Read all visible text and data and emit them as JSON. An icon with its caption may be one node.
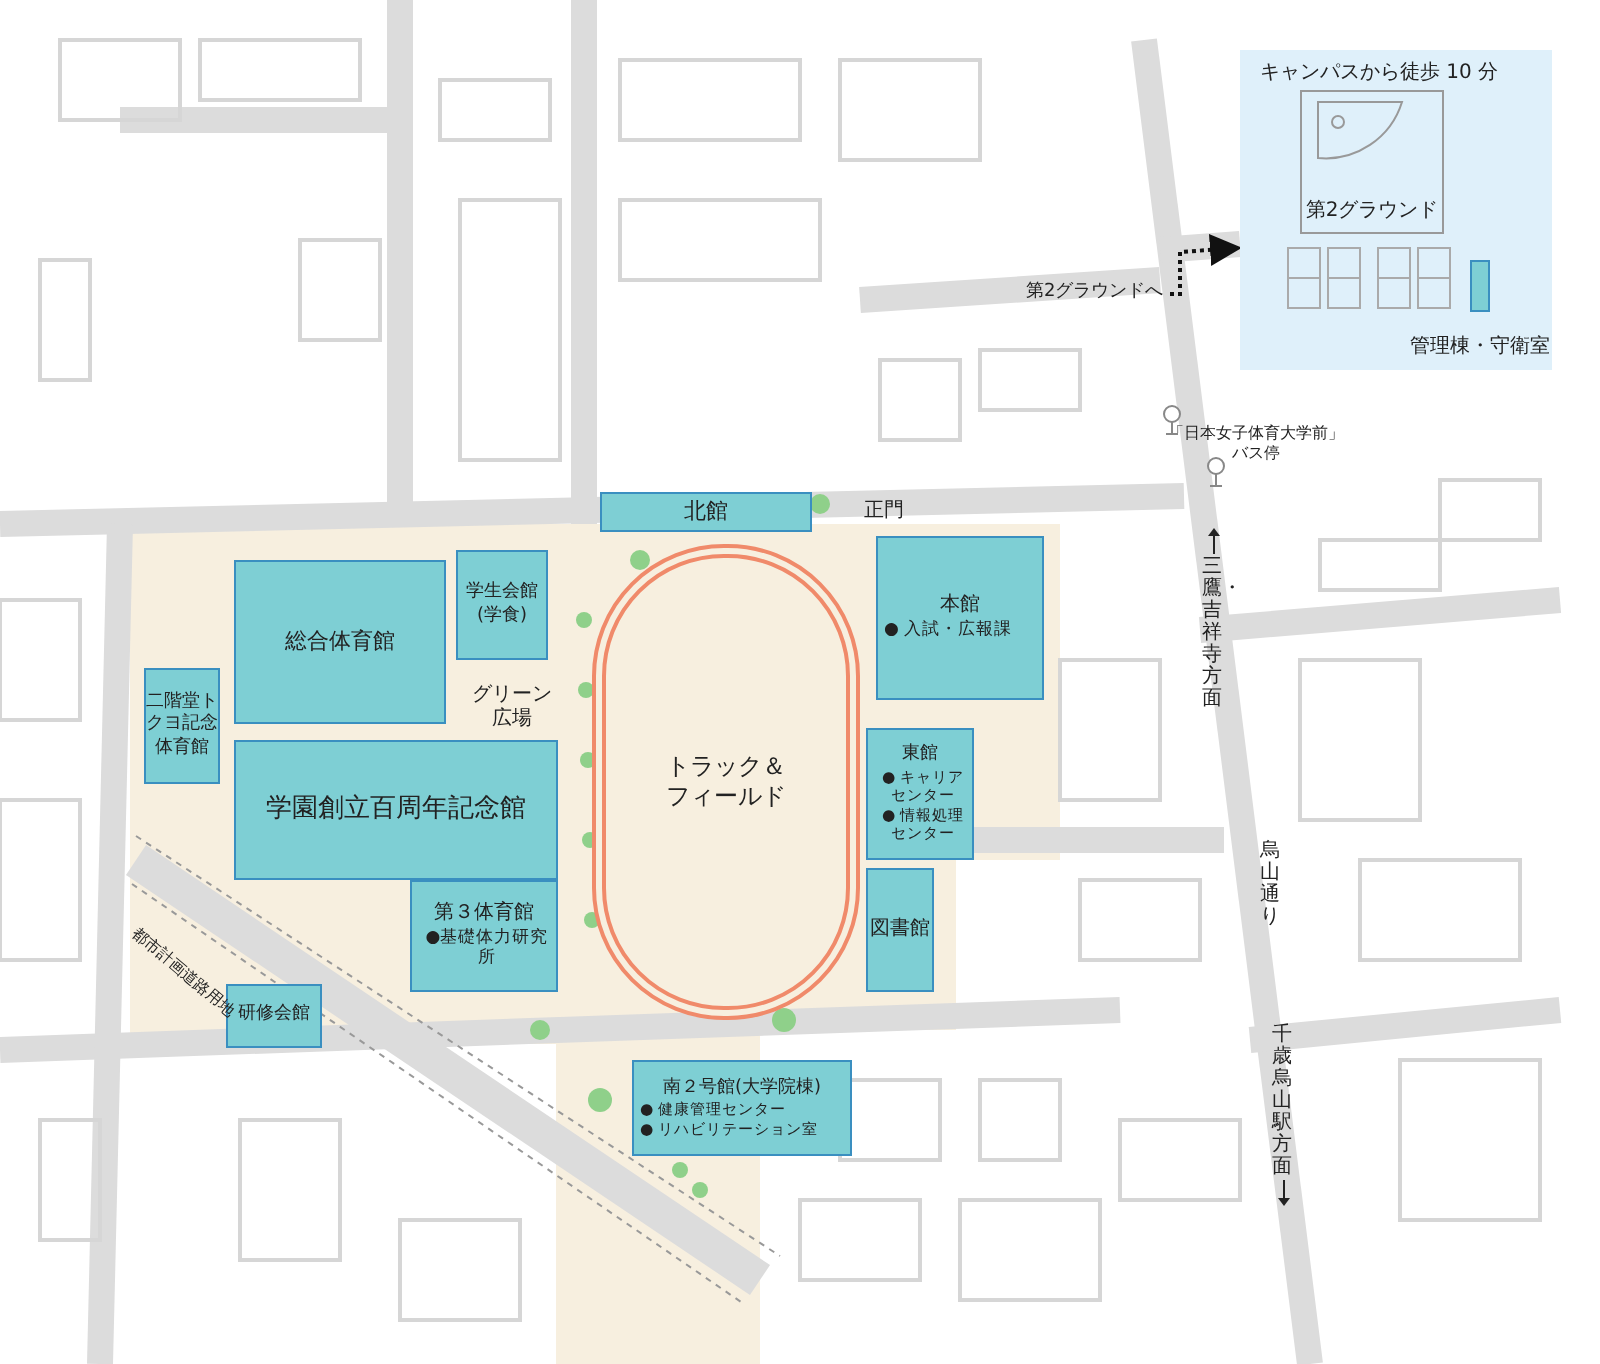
{
  "diagram": {
    "nodes": [
      {
        "text": [
          "キャンパスから徒歩 10 分"
        ]
      },
      {
        "text": [
          "第2グラウンド"
        ],
        "in": 0
      },
      {
        "text": [],
        "shape": "box",
        "in": 0,
        "beside": [
          "管理棟・守衛室"
        ]
      },
      {
        "text": [
          "第2グラウンドへ"
        ]
      },
      {
        "text": [
          "北館"
        ]
      },
      {
        "text": [
          "本館",
          "● 入試・広報課"
        ]
      },
      {
        "text": [
          "東館",
          "● キャリアセンター",
          "● 情報処理センター"
        ]
      },
      {
        "text": [
          "図書館"
        ]
      },
      {
        "text": [
          "トラック＆フィールド"
        ]
      },
      {
        "text": [
          "総合体育館"
        ]
      },
      {
        "text": [
          "学生会館(学食)"
        ]
      },
      {
        "text": [
          "二階堂トクヨ記念体育館"
        ]
      },
      {
        "text": [
          "学園創立百周年記念館"
        ]
      },
      {
        "text": [
          "第３体育館",
          "●基礎体力研究所"
        ]
      },
      {
        "text": [
          "研修会館"
        ]
      },
      {
        "text": [
          "南２号館(大学院棟)",
          "● 健康管理センター",
          "● リハビリテーション室"
        ]
      }
    ],
    "edges": [
      {
        "from": 3,
        "to": 0,
        "arrow": "to",
        "style": "dashed"
      }
    ],
    "labels": [
      "正門",
      "「日本女子体育大学前」バス停",
      "三鷹・吉祥寺方面",
      "グリーン広場",
      "都市計画道路用地",
      "烏山通り",
      "千歳烏山駅方面"
    ]
  }
}
